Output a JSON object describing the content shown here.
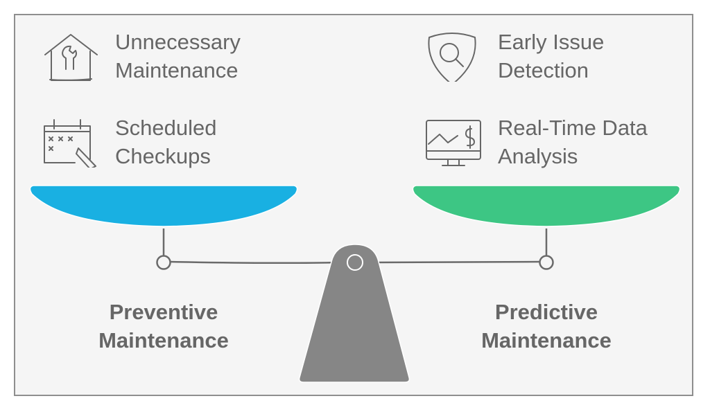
{
  "colors": {
    "left_pan": "#19b0e2",
    "right_pan": "#3dc684",
    "fulcrum": "#868686",
    "line": "#6a6a6a",
    "text": "#666666",
    "background": "#f5f5f5"
  },
  "left": {
    "title_line1": "Preventive",
    "title_line2": "Maintenance",
    "items": [
      {
        "icon": "house-wrench-icon",
        "line1": "Unnecessary",
        "line2": "Maintenance"
      },
      {
        "icon": "calendar-pencil-icon",
        "line1": "Scheduled",
        "line2": "Checkups"
      }
    ]
  },
  "right": {
    "title_line1": "Predictive",
    "title_line2": "Maintenance",
    "items": [
      {
        "icon": "shield-search-icon",
        "line1": "Early Issue",
        "line2": "Detection"
      },
      {
        "icon": "monitor-chart-dollar-icon",
        "line1": "Real-Time Data",
        "line2": "Analysis"
      }
    ]
  }
}
